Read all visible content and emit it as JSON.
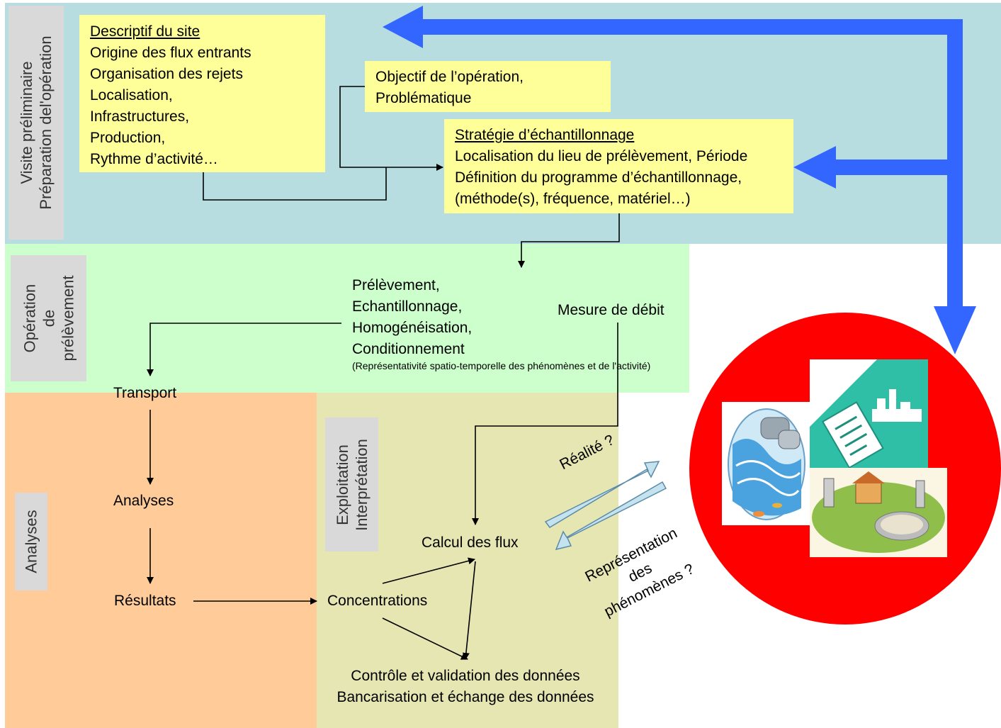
{
  "zones": {
    "visite_label_1": "Visite préliminaire",
    "visite_label_2": "Préparation del'opération",
    "operation_label_1": "Opération",
    "operation_label_2": "de",
    "operation_label_3": "prélèvement",
    "analyses_label": "Analyses",
    "exploitation_label_1": "Exploitation",
    "exploitation_label_2": "Interprétation"
  },
  "site_box": {
    "title": "Descriptif du site",
    "lines": [
      "Origine des flux entrants",
      "Organisation des rejets",
      "Localisation,",
      "Infrastructures,",
      "Production,",
      "Rythme d’activité…"
    ]
  },
  "objectif_box": {
    "lines": [
      "Objectif de l’opération,",
      "Problématique"
    ]
  },
  "strategie_box": {
    "title": "Stratégie d’échantillonnage",
    "lines": [
      "Localisation du lieu de prélèvement, Période",
      "Définition du programme d’échantillonnage,",
      "(méthode(s), fréquence, matériel…)"
    ]
  },
  "prelevement": {
    "lines": [
      "Prélèvement,",
      "Echantillonnage,",
      "Homogénéisation,",
      "Conditionnement"
    ],
    "note": "(Représentativité spatio-temporelle des phénomènes et de l'activité)"
  },
  "mesure_debit": "Mesure de débit",
  "transport": "Transport",
  "analyses": "Analyses",
  "resultats": "Résultats",
  "concentrations": "Concentrations",
  "calcul_flux": "Calcul des flux",
  "controle": {
    "line1": "Contrôle et validation des données",
    "line2": "Bancarisation et échange des données"
  },
  "realite": "Réalité ?",
  "representation": {
    "line1": "Représentation",
    "line2": "des",
    "line3": "phénomènes ?"
  },
  "colors": {
    "zone_visite": "#b7dde0",
    "zone_operation": "#ccffcc",
    "zone_analyses": "#ffcc99",
    "zone_exploitation": "#e6e6b3",
    "box_yellow": "#ffff99",
    "label_grey": "#d9d9d9",
    "arrow_blue": "#3366ff",
    "circle_red": "#ff0000",
    "double_arrow_fill": "#c5e3ee"
  }
}
